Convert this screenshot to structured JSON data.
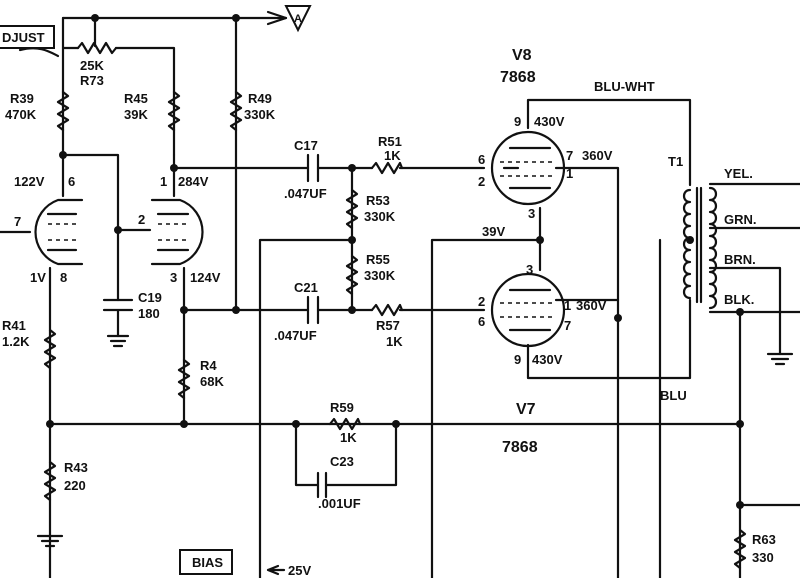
{
  "tags": {
    "adjust": "DJUST",
    "bias": "BIAS",
    "offpage_a": "A",
    "supply": "25V"
  },
  "tubes": {
    "v8": {
      "name": "V8",
      "type": "7868",
      "pin9": "9",
      "pin9_v": "430V",
      "pin7": "7",
      "pin7_v": "360V",
      "pin6": "6",
      "pin2": "2",
      "pin1": "1",
      "pin3": "3",
      "cathode_v": "39V"
    },
    "v7": {
      "name": "V7",
      "type": "7868",
      "pin3": "3",
      "pin2": "2",
      "pin6": "6",
      "pin1": "1",
      "pin1_v": "360V",
      "pin7": "7",
      "pin9": "9",
      "pin9_v": "430V"
    },
    "left": {
      "pin6": "6",
      "pin6_v": "122V",
      "pin7": "7",
      "pin1_v": "1V",
      "pin8": "8"
    },
    "right": {
      "pin1": "1",
      "pin1_v": "284V",
      "pin2": "2",
      "pin3": "3",
      "pin3_v": "124V"
    }
  },
  "components": {
    "r73": {
      "value": "25K",
      "ref": "R73"
    },
    "r39": {
      "ref": "R39",
      "value": "470K"
    },
    "r45": {
      "ref": "R45",
      "value": "39K"
    },
    "r49": {
      "ref": "R49",
      "value": "330K"
    },
    "c17": {
      "ref": "C17",
      "value": ".047UF"
    },
    "r51": {
      "ref": "R51",
      "value": "1K"
    },
    "r53": {
      "ref": "R53",
      "value": "330K"
    },
    "r55": {
      "ref": "R55",
      "value": "330K"
    },
    "c21": {
      "ref": "C21",
      "value": ".047UF"
    },
    "r57": {
      "ref": "R57",
      "value": "1K"
    },
    "c19": {
      "ref": "C19",
      "value": "180"
    },
    "r41": {
      "ref": "R41",
      "value": "1.2K"
    },
    "r4": {
      "ref": "R4",
      "value": "68K"
    },
    "r59": {
      "ref": "R59",
      "value": "1K"
    },
    "c23": {
      "ref": "C23",
      "value": ".001UF"
    },
    "r43": {
      "ref": "R43",
      "value": "220"
    },
    "r63": {
      "ref": "R63",
      "value": "330"
    }
  },
  "transformer": {
    "ref": "T1",
    "primary_top": "BLU-WHT",
    "primary_bottom": "BLU",
    "taps": [
      "YEL.",
      "GRN.",
      "BRN.",
      "BLK."
    ]
  }
}
